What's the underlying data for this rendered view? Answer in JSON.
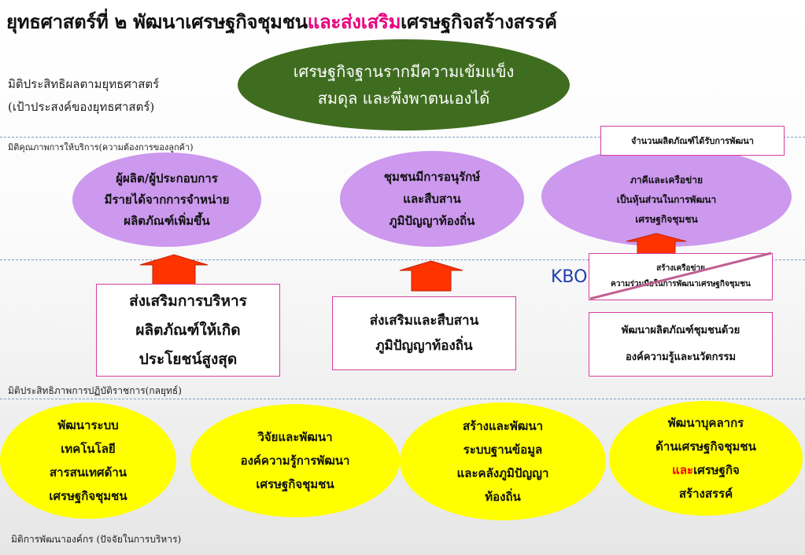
{
  "title": {
    "part1": "ยุทธศาสตร์ที่ ๒  พัฒนาเศรษฐกิจชุมชน",
    "part2": "และส่งเสริม",
    "part3": "เศรษฐกิจสร้างสรรค์"
  },
  "dimensions": {
    "effectiveness_line1": "มิติประสิทธิผลตามยุทธศาสตร์",
    "effectiveness_line2": "(เป้าประสงค์ของยุทธศาสตร์)",
    "service_quality": "มิติคุณภาพการให้บริการ(ความต้องการของลูกค้า)",
    "efficiency": "มิติประสิทธิภาพการปฏิบัติราชการ(กลยุทธ์)",
    "org_development": "มิติการพัฒนาองค์กร (ปัจจัยในการบริหาร)"
  },
  "goal": {
    "line1": "เศรษฐกิจฐานรากมีความเข้มแข็ง",
    "line2": "สมดุล และพึ่งพาตนเองได้"
  },
  "outcomes": [
    {
      "line1": "ผู้ผลิต/ผู้ประกอบการ",
      "line2": "มีรายได้จากการจำหน่าย",
      "line3": "ผลิตภัณฑ์เพิ่มขึ้น"
    },
    {
      "line1": "ชุมชนมีการอนุรักษ์",
      "line2": "และสืบสาน",
      "line3": "ภูมิปัญญาท้องถิ่น"
    },
    {
      "line1": "ภาคีและเครือข่าย",
      "line2": "เป็นหุ้นส่วนในการพัฒนา",
      "line3": "เศรษฐกิจชุมชน"
    }
  ],
  "indicator_box": "จำนวนผลิตภัณฑ์ได้รับการพัฒนา",
  "strategies": [
    {
      "line1": "ส่งเสริมการบริหาร",
      "line2": "ผลิตภัณฑ์ให้เกิด",
      "line3": "ประโยชน์สูงสุด"
    },
    {
      "line1": "ส่งเสริมและสืบสาน",
      "line2": "ภูมิปัญญาท้องถิ่น"
    },
    {
      "line1": "สร้างเครือข่าย",
      "line2": "ความร่วมมือในการพัฒนาเศรษฐกิจชุมชน"
    },
    {
      "line1": "พัฒนาผลิตภัณฑ์ชุมชนด้วย",
      "line2": "องค์ความรู้และนวัตกรรม"
    }
  ],
  "kbo_label": "KBO",
  "org_factors": [
    {
      "line1": "พัฒนาระบบ",
      "line2": "เทคโนโลยี",
      "line3": "สารสนเทศด้าน",
      "line4": "เศรษฐกิจชุมชน"
    },
    {
      "line1": "วิจัยและพัฒนา",
      "line2": "องค์ความรู้การพัฒนา",
      "line3": "เศรษฐกิจชุมชน"
    },
    {
      "line1": "สร้างและพัฒนา",
      "line2": "ระบบฐานข้อมูล",
      "line3": "และคลังภูมิปัญญา",
      "line4": "ท้องถิ่น"
    },
    {
      "line1": "พัฒนาบุคลากร",
      "line2": "ด้านเศรษฐกิจชุมชน",
      "line3a": "และ",
      "line3b": "เศรษฐกิจ",
      "line4": "สร้างสรรค์"
    }
  ],
  "colors": {
    "goal": "#3f6d1f",
    "outcome": "#cc99ee",
    "org_factor": "#ffff00",
    "arrow": "#ff3300",
    "box_border": "#d63fa0",
    "highlight": "#e6007e"
  }
}
